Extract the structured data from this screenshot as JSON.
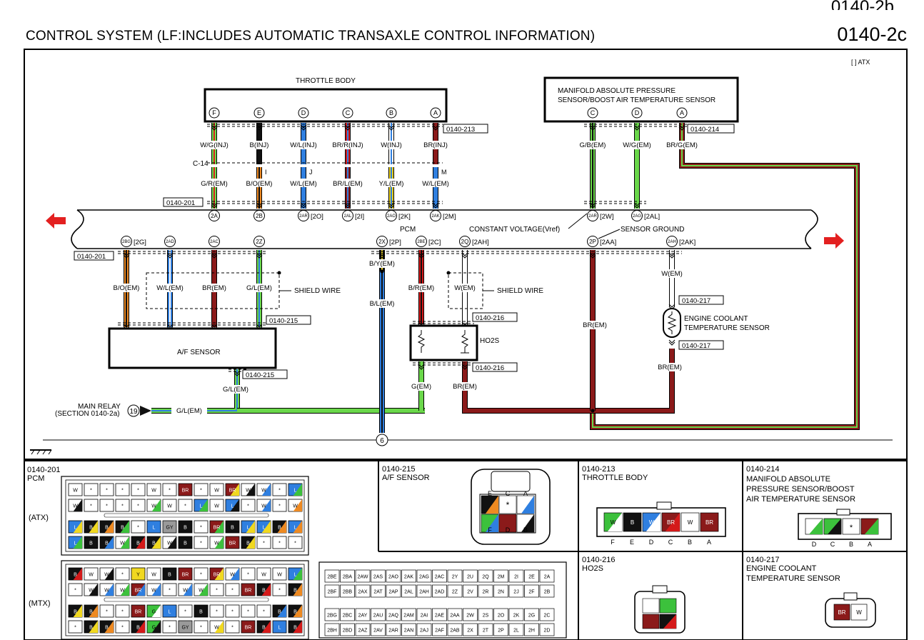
{
  "header": {
    "title": "CONTROL SYSTEM (LF:INCLUDES AUTOMATIC TRANSAXLE CONTROL INFORMATION)",
    "page_number": "0140-2c",
    "page_number_cut": "0140-2b",
    "atx_note": "[ ] ATX"
  },
  "components": {
    "throttle_body": "THROTTLE BODY",
    "map_sensor_line1": "MANIFOLD ABSOLUTE PRESSURE",
    "map_sensor_line2": "SENSOR/BOOST AIR TEMPERATURE SENSOR",
    "pcm": "PCM",
    "af_sensor": "A/F SENSOR",
    "ho2s": "HO2S",
    "ect_line1": "ENGINE COOLANT",
    "ect_line2": "TEMPERATURE SENSOR",
    "main_relay_line1": "MAIN RELAY",
    "main_relay_line2": "(SECTION 0140-2a)",
    "main_relay_num": "19",
    "constant_voltage": "CONSTANT VOLTAGE(Vref)",
    "sensor_ground": "SENSOR GROUND",
    "shield_wire": "SHIELD WIRE",
    "c14": "C-14",
    "ground_num": "6"
  },
  "refs": {
    "r213": "0140-213",
    "r214": "0140-214",
    "r201": "0140-201",
    "r215": "0140-215",
    "r216": "0140-216",
    "r217": "0140-217"
  },
  "throttle_pins": [
    {
      "pin": "F",
      "upper": "W/G(INJ)",
      "lower": "G/R(EM)",
      "pcm": "2A",
      "pcm_atx": "",
      "c14": "",
      "top": "#6ad84a",
      "bot": "#6ad84a",
      "stripe": "#d22"
    },
    {
      "pin": "E",
      "upper": "B(INJ)",
      "lower": "B/O(EM)",
      "pcm": "2B",
      "pcm_atx": "",
      "c14": "I",
      "top": "#111",
      "bot": "#ee8a22",
      "stripe": "#111"
    },
    {
      "pin": "D",
      "upper": "W/L(INJ)",
      "lower": "W/L(EM)",
      "pcm": "2AR",
      "pcm_atx": "[2O]",
      "c14": "J",
      "top": "#2f7fe0",
      "bot": "#2f7fe0",
      "stripe": ""
    },
    {
      "pin": "C",
      "upper": "BR/R(INJ)",
      "lower": "BR/L(EM)",
      "pcm": "2AL",
      "pcm_atx": "[2I]",
      "c14": "",
      "top": "#d41a1a",
      "bot": "#8b1a1a",
      "stripe": "#2f7fe0"
    },
    {
      "pin": "B",
      "upper": "W(INJ)",
      "lower": "Y/L(EM)",
      "pcm": "2AO",
      "pcm_atx": "[2K]",
      "c14": "",
      "top": "#ffffff",
      "bot": "#e8d020",
      "stripe": "#2f7fe0"
    },
    {
      "pin": "A",
      "upper": "BR(INJ)",
      "lower": "W/L(EM)",
      "pcm": "2AK",
      "pcm_atx": "[2M]",
      "c14": "M",
      "top": "#8b1a1a",
      "bot": "#2f7fe0",
      "stripe": ""
    }
  ],
  "map_pins": [
    {
      "pin": "C",
      "wire": "G/B(EM)",
      "pcm": "2AR",
      "pcm_atx": "[2W]"
    },
    {
      "pin": "D",
      "wire": "W/G(EM)",
      "pcm": "2AG",
      "pcm_atx": "[2AL]"
    },
    {
      "pin": "A",
      "wire": "BR/G(EM)",
      "pcm": "",
      "pcm_atx": ""
    }
  ],
  "af_pins": [
    {
      "pin": "E",
      "wire": "B/O(EM)",
      "pcm": "2BG",
      "pcm_atx": "[2G]"
    },
    {
      "pin": "B",
      "wire": "W/L(EM)",
      "pcm": "2AD",
      "pcm_atx": ""
    },
    {
      "pin": "D",
      "wire": "BR(EM)",
      "pcm": "2AC",
      "pcm_atx": ""
    },
    {
      "pin": "F",
      "wire": "G/L(EM)",
      "pcm": "2Z",
      "pcm_atx": ""
    },
    {
      "pin": "A",
      "wire": "G/L(EM)",
      "pcm": "",
      "pcm_atx": ""
    }
  ],
  "pcm_lower_pins": [
    {
      "pcm": "2X",
      "pcm_atx": "[2P]",
      "wire": "B/Y(EM)",
      "wire2": "B/L(EM)"
    },
    {
      "pcm": "2BE",
      "pcm_atx": "[2C]",
      "wire": "B/R(EM)"
    },
    {
      "pcm": "2Q",
      "pcm_atx": "[2AH]",
      "wire": "W(EM)"
    },
    {
      "pcm": "2P",
      "pcm_atx": "[2AA]",
      "wire": "BR(EM)"
    },
    {
      "pcm": "2AH",
      "pcm_atx": "[2AK]",
      "wire": "W(EM)",
      "wire2": "BR(EM)"
    }
  ],
  "ho2s_wires": {
    "left": "G(EM)",
    "right": "BR(EM)"
  },
  "relay_wire": "G/L(EM)",
  "connectors": {
    "pcm_title": "0140-201",
    "pcm_name": "PCM",
    "atx": "(ATX)",
    "mtx": "(MTX)",
    "af_title": "0140-215",
    "af_name": "A/F SENSOR",
    "af_top_letters": [
      "E",
      "C",
      "A"
    ],
    "af_bot_letters": [
      "F",
      "D",
      "B"
    ],
    "tb_title": "0140-213",
    "tb_name": "THROTTLE BODY",
    "tb_letters": [
      "F",
      "E",
      "D",
      "C",
      "B",
      "A"
    ],
    "tb_cells": [
      "W/G",
      "B",
      "W/L",
      "BR/R",
      "W",
      "BR"
    ],
    "map_title": "0140-214",
    "map_name_l1": "MANIFOLD ABSOLUTE",
    "map_name_l2": "PRESSURE SENSOR/BOOST",
    "map_name_l3": "AIR TEMPERATURE SENSOR",
    "map_letters": [
      "D",
      "C",
      "B",
      "A"
    ],
    "ho2s_title": "0140-216",
    "ho2s_name": "HO2S",
    "ect_title": "0140-217",
    "ect_name_l1": "ENGINE COOLANT",
    "ect_name_l2": "TEMPERATURE SENSOR",
    "ect_cells": [
      "BR",
      "W"
    ],
    "pcm_table_rows": [
      [
        "2BE",
        "2BA",
        "2AW",
        "2AS",
        "2AO",
        "2AK",
        "2AG",
        "2AC",
        "2Y",
        "2U",
        "2Q",
        "2M",
        "2I",
        "2E",
        "2A"
      ],
      [
        "2BF",
        "2BB",
        "2AX",
        "2AT",
        "2AP",
        "2AL",
        "2AH",
        "2AD",
        "2Z",
        "2V",
        "2R",
        "2N",
        "2J",
        "2F",
        "2B"
      ],
      [
        "2BG",
        "2BC",
        "2AY",
        "2AU",
        "2AQ",
        "2AM",
        "2AI",
        "2AE",
        "2AA",
        "2W",
        "2S",
        "2O",
        "2K",
        "2G",
        "2C"
      ],
      [
        "2BH",
        "2BD",
        "2AZ",
        "2AV",
        "2AR",
        "2AN",
        "2AJ",
        "2AF",
        "2AB",
        "2X",
        "2T",
        "2P",
        "2L",
        "2H",
        "2D"
      ]
    ],
    "atx_rows": [
      [
        "W",
        "*",
        "*",
        "*",
        "*",
        "W",
        "*",
        "BR",
        "*",
        "W",
        "BR/Y",
        "W/B",
        "W/L",
        "*",
        "L/G"
      ],
      [
        "W/B",
        "*",
        "*",
        "*",
        "*",
        "W/G",
        "W",
        "*",
        "L/G",
        "W",
        "L/B",
        "*",
        "W/L",
        "*",
        "W/O"
      ],
      [
        "L/Y",
        "B/Y",
        "B/O",
        "B/G",
        "*",
        "L",
        "GY",
        "B",
        "*",
        "BR/G",
        "B",
        "L/Y",
        "L/Y",
        "B/O",
        "L/O"
      ],
      [
        "L/G",
        "B",
        "B/L",
        "W/G",
        "B/R",
        "B/Y",
        "W/B",
        "B",
        "*",
        "W/G",
        "BR",
        "B/Y",
        "*",
        "*",
        "*"
      ]
    ],
    "mtx_rows": [
      [
        "B/R",
        "W",
        "W/B",
        "*",
        "Y",
        "W",
        "B",
        "BR",
        "*",
        "BR/Y",
        "W/L",
        "*",
        "W",
        "W",
        "L/G"
      ],
      [
        "*",
        "W/B",
        "W/L",
        "W/G",
        "BR/L",
        "W/L",
        "*",
        "W/L",
        "W/G",
        "*",
        "*",
        "BR",
        "B/R",
        "*",
        "B/O"
      ],
      [
        "B/Y",
        "B/O",
        "*",
        "*",
        "BR",
        "G/W",
        "L",
        "*",
        "B",
        "*",
        "*",
        "*",
        "*",
        "B/L",
        "B/O"
      ],
      [
        "*",
        "B/Y",
        "B/O",
        "*",
        "B/R",
        "G/B",
        "*",
        "GY",
        "*",
        "W/Y",
        "*",
        "BR",
        "B/R",
        "L",
        "B/R"
      ]
    ]
  }
}
